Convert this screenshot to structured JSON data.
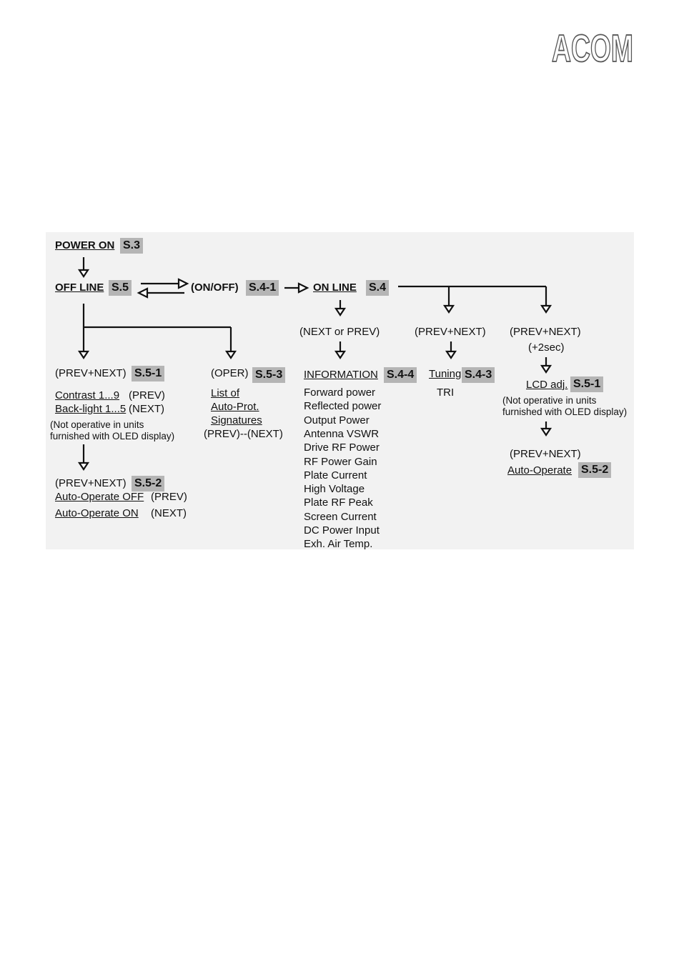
{
  "logo": {
    "text": "ACOM"
  },
  "colors": {
    "panel": "#f2f2f2",
    "tag": "#b5b5b5",
    "ink": "#111111"
  },
  "nodes": {
    "power_on": {
      "label": "POWER ON",
      "tag": "S.3"
    },
    "off_line": {
      "label": "OFF LINE",
      "tag": "S.5"
    },
    "on_off": {
      "label": "(ON/OFF)",
      "tag": "S.4-1"
    },
    "on_line": {
      "label": "ON LINE",
      "tag": "S.4"
    },
    "prev_next_55_1": {
      "label": "(PREV+NEXT)",
      "tag": "S.5-1"
    },
    "contrast": {
      "label": "Contrast 1...9",
      "key": "(PREV)"
    },
    "backlight": {
      "label": "Back-light 1...5",
      "key": "(NEXT)"
    },
    "note_left": [
      "(Not operative in units",
      "furnished with OLED display)"
    ],
    "oper": {
      "label": "(OPER)",
      "tag": "S.5-3"
    },
    "signatures": [
      "List of",
      "Auto-Prot.",
      "Signatures"
    ],
    "prev_next_nav": "(PREV)--(NEXT)",
    "prev_next_55_2": {
      "label": "(PREV+NEXT)",
      "tag": "S.5-2"
    },
    "auto_off": {
      "label": "Auto-Operate OFF",
      "key": "(PREV)"
    },
    "auto_on": {
      "label": "Auto-Operate ON",
      "key": "(NEXT)"
    },
    "next_or_prev": "(NEXT or PREV)",
    "information": {
      "label": "INFORMATION",
      "tag": "S.4-4"
    },
    "info_items": [
      "Forward power",
      "Reflected power",
      "Output Power",
      "Antenna VSWR",
      "Drive RF Power",
      "RF Power Gain",
      "Plate Current",
      "High Voltage",
      "Plate RF Peak",
      "Screen Current",
      "DC Power Input",
      "Exh. Air Temp."
    ],
    "prev_next_mid": "(PREV+NEXT)",
    "tuning": {
      "label": "Tuning",
      "tag": "S.4-3"
    },
    "tri": "TRI",
    "prev_next_right": "(PREV+NEXT)",
    "plus_2sec": "(+2sec)",
    "lcd_adj": {
      "label": "LCD adj.",
      "tag": "S.5-1"
    },
    "note_right": [
      "(Not operative in units",
      "furnished with OLED display)"
    ],
    "prev_next_right2": "(PREV+NEXT)",
    "auto_operate": {
      "label": "Auto-Operate",
      "tag": "S.5-2"
    }
  }
}
